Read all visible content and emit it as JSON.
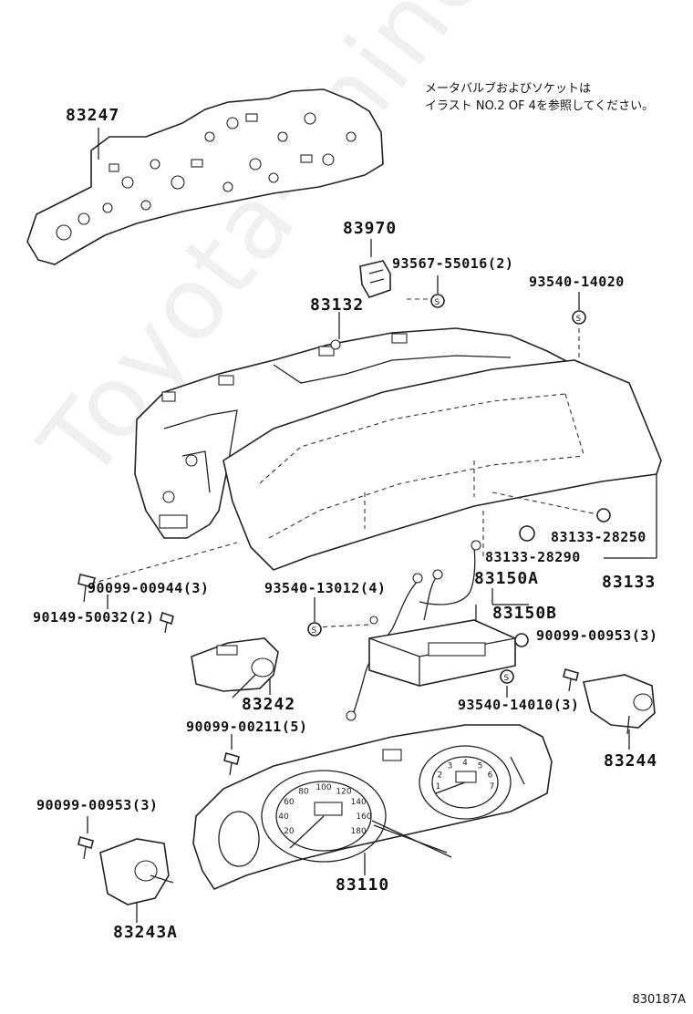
{
  "note_lines": [
    "メータバルブおよびソケットは",
    "イラスト NO.2 OF 4を参照してください。"
  ],
  "watermark": "Toyota-shine.ru",
  "figure_code": "830187A",
  "labels": {
    "p83247": "83247",
    "p83970": "83970",
    "p93567": "93567-55016(2)",
    "p93540a": "93540-14020",
    "p83132": "83132",
    "p83133a": "83133-28250",
    "p83133b": "83133-28290",
    "p83133": "83133",
    "p90099a": "90099-00944(3)",
    "p93540b": "93540-13012(4)",
    "p83150a": "83150A",
    "p90149": "90149-50032(2)",
    "p83150b": "83150B",
    "p90099b": "90099-00953(3)",
    "p83242": "83242",
    "p93540c": "93540-14010(3)",
    "p90099c": "90099-00211(5)",
    "p83244": "83244",
    "p90099d": "90099-00953(3)",
    "p83110": "83110",
    "p83243a": "83243A"
  },
  "gauge": {
    "speed_ticks": [
      "20",
      "40",
      "60",
      "80",
      "100",
      "120",
      "140",
      "160",
      "180"
    ],
    "tach_ticks": [
      "1",
      "2",
      "3",
      "4",
      "5",
      "6",
      "7"
    ]
  },
  "icons": {
    "screw": "screw-icon",
    "bulb_socket": "socket-s-icon"
  }
}
